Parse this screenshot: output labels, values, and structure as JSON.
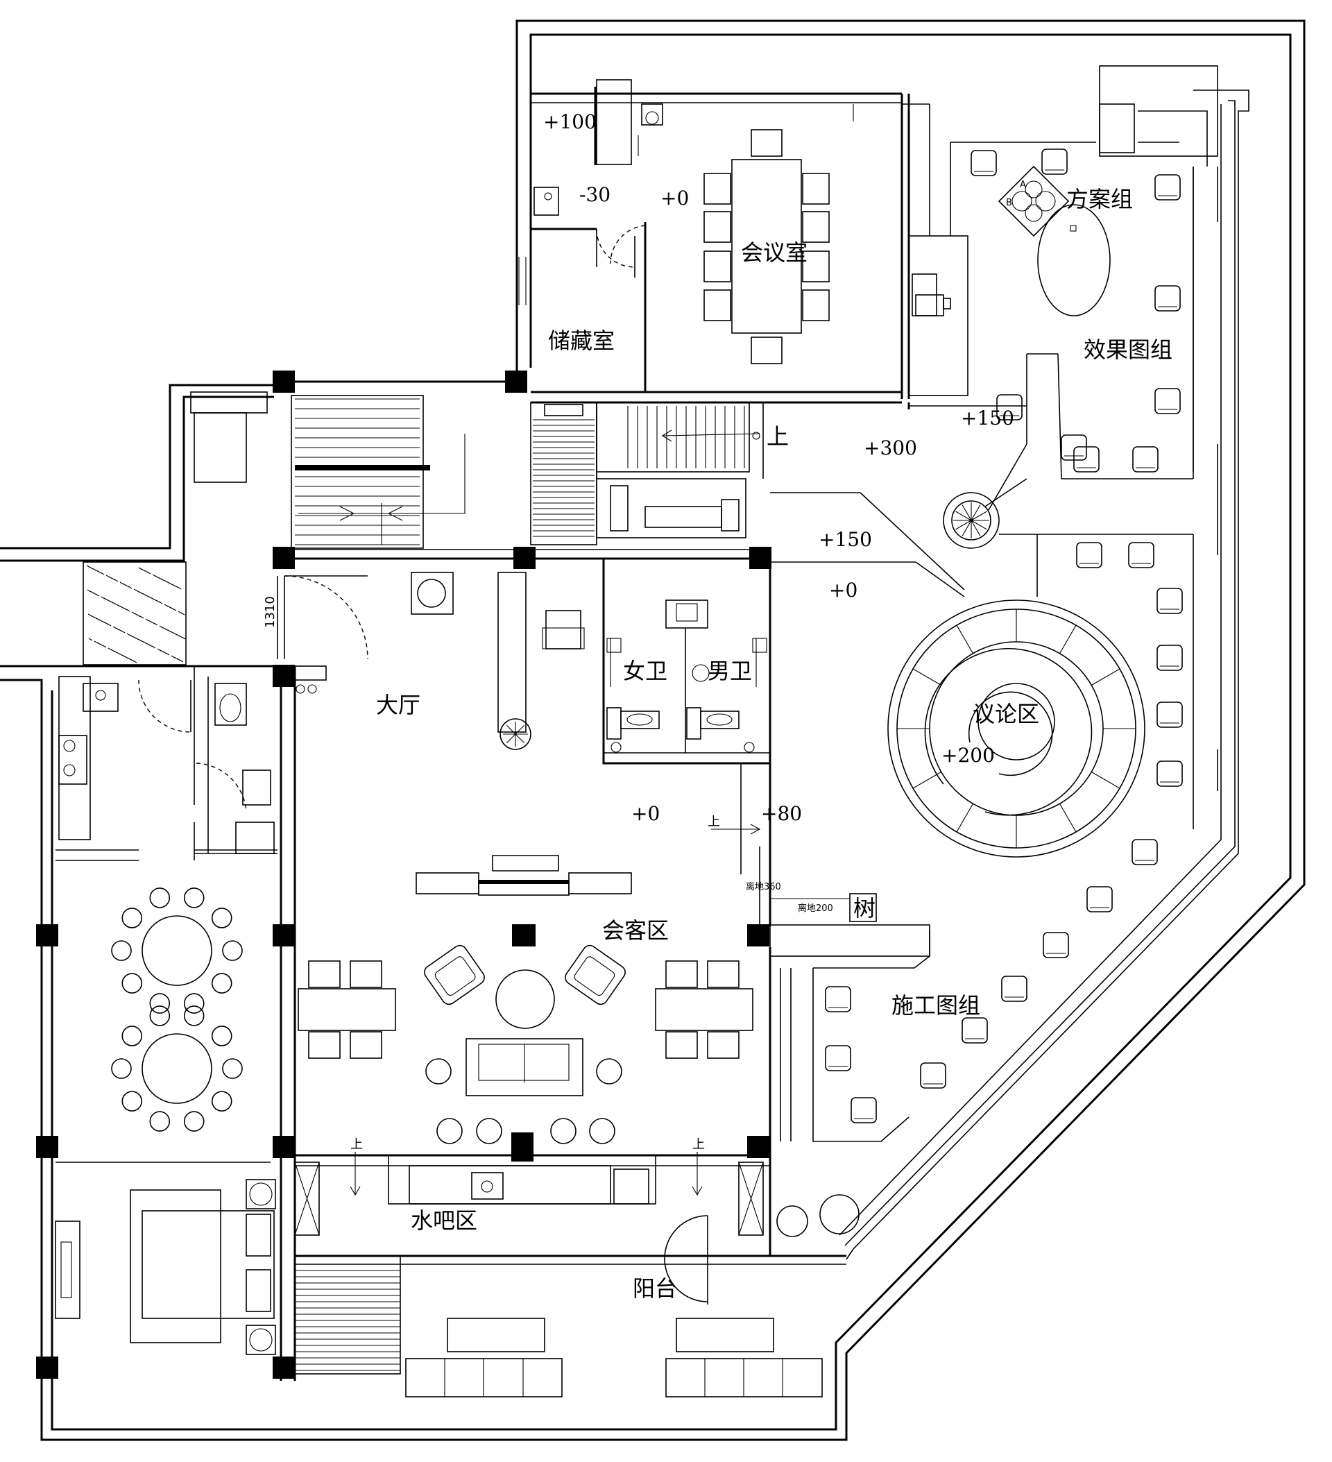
{
  "rooms": {
    "meeting_room": "会议室",
    "storage_room": "储藏室",
    "scheme_group": "方案组",
    "rendering_group": "效果图组",
    "lobby": "大厅",
    "womens_restroom": "女卫",
    "mens_restroom": "男卫",
    "discussion_area": "议论区",
    "reception_area": "会客区",
    "construction_group": "施工图组",
    "water_bar": "水吧区",
    "balcony": "阳台"
  },
  "levels": {
    "l_100": "+100",
    "l_minus30": "-30",
    "l_0_meeting": "+0",
    "l_150_top": "+150",
    "l_300": "+300",
    "l_150_mid": "+150",
    "l_0_mid": "+0",
    "l_200": "+200",
    "l_0_lobby": "+0",
    "l_80": "+80"
  },
  "annotations": {
    "up_stair": "上",
    "up_small_1": "上",
    "up_small_2": "上",
    "up_small_3": "上",
    "door_width": "1310",
    "tree": "树",
    "height_360": "离地360",
    "height_200": "离地200",
    "table_a": "A",
    "table_b": "B"
  }
}
